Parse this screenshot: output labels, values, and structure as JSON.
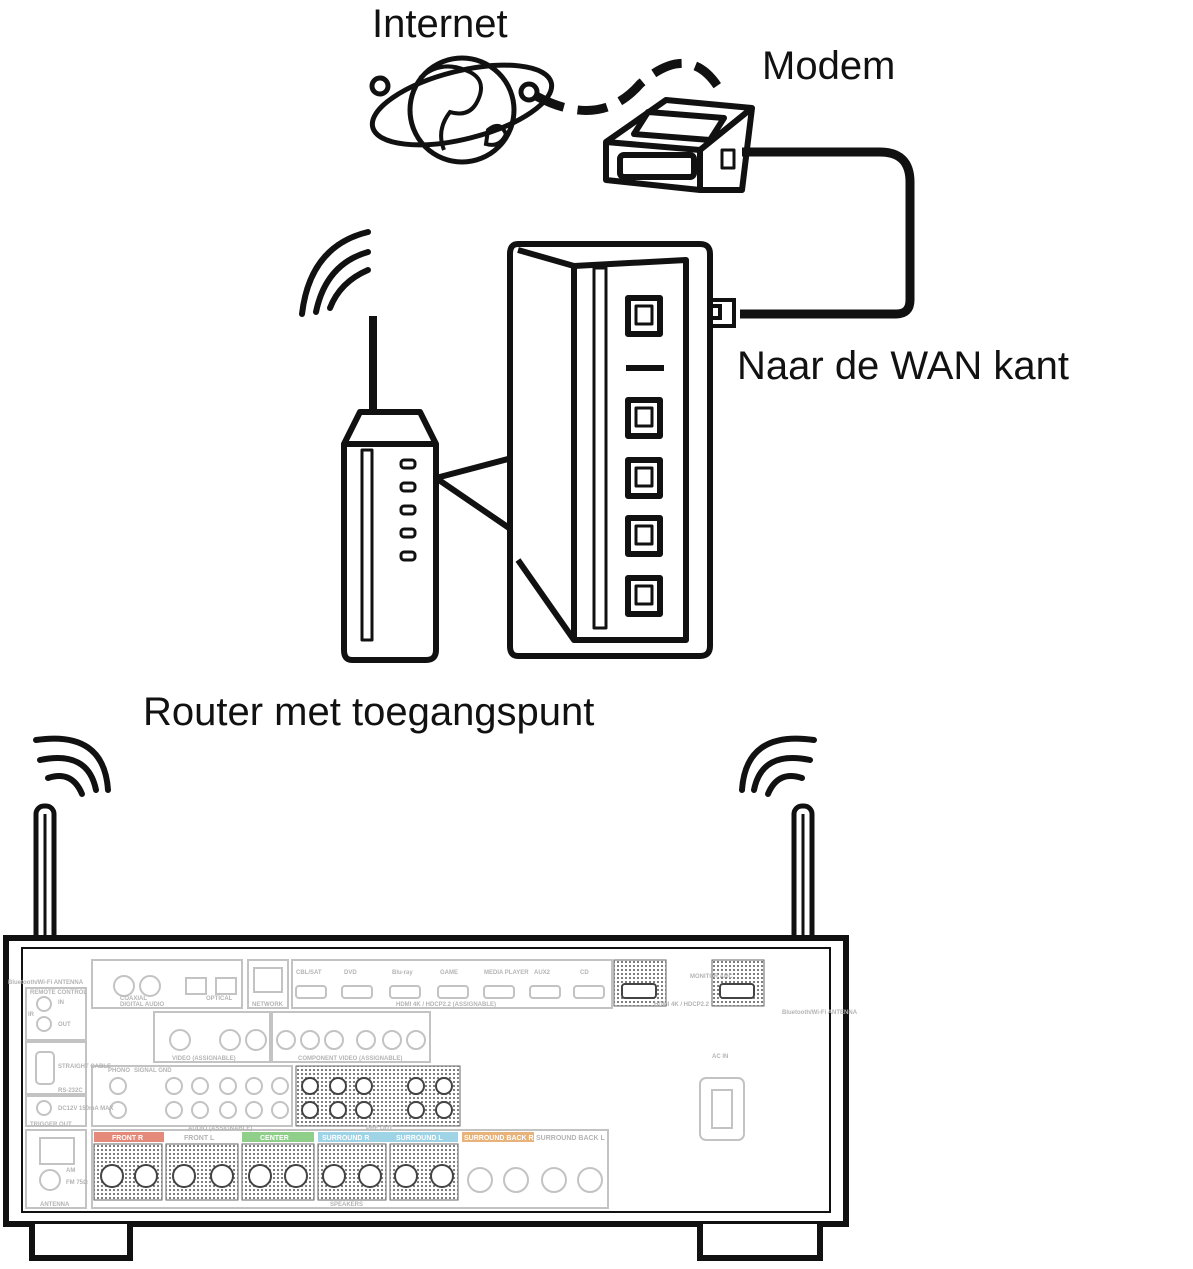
{
  "labels": {
    "internet": "Internet",
    "modem": "Modem",
    "wan_side": "Naar de WAN kant",
    "router": "Router met toegangspunt"
  },
  "receiver_panel": {
    "antenna_left": "Bluetooth/Wi-Fi ANTENNA",
    "remote_control": "REMOTE CONTROL",
    "ir_in": "IN",
    "ir_out": "OUT",
    "ir": "IR",
    "rs232c": "RS-232C",
    "straight_cable": "STRAIGHT CABLE",
    "dc_out": "DC12V 150mA MAX",
    "trigger_out": "TRIGGER OUT",
    "antenna_bottom": "ANTENNA",
    "am": "AM",
    "fm": "FM 75Ω",
    "digital_audio": "DIGITAL AUDIO",
    "coaxial": "COAXIAL",
    "optical": "OPTICAL",
    "network": "NETWORK",
    "hdmi_in": "HDMI  4K / HDCP2.2 (ASSIGNABLE)",
    "hdmi_out": "HDMI  4K / HDCP2.2",
    "monitor_arc": "MONITOR ARC",
    "hdmi_inputs": [
      "CBL/SAT",
      "DVD",
      "Blu-ray",
      "GAME",
      "MEDIA PLAYER",
      "AUX2",
      "CD"
    ],
    "video": "VIDEO (ASSIGNABLE)",
    "component_video": "COMPONENT VIDEO (ASSIGNABLE)",
    "audio": "AUDIO (ASSIGNABLE)",
    "pre_out": "PRE OUT",
    "phono": "PHONO",
    "signal_gnd": "SIGNAL GND",
    "speakers": "SPEAKERS",
    "speaker_groups": [
      "FRONT R",
      "FRONT L",
      "CENTER",
      "SURROUND R",
      "SURROUND L",
      "SURROUND BACK R",
      "SURROUND BACK L"
    ],
    "ac_in": "AC IN",
    "antenna_right": "Bluetooth/Wi-Fi ANTENNA"
  },
  "colors": {
    "line": "#111111",
    "panel_text": "#b4b4b4",
    "front_accent": "#e58a7a",
    "center_accent": "#8fcf8a",
    "surround_accent": "#9fd3e6",
    "surround_back_accent": "#e8b37a"
  }
}
